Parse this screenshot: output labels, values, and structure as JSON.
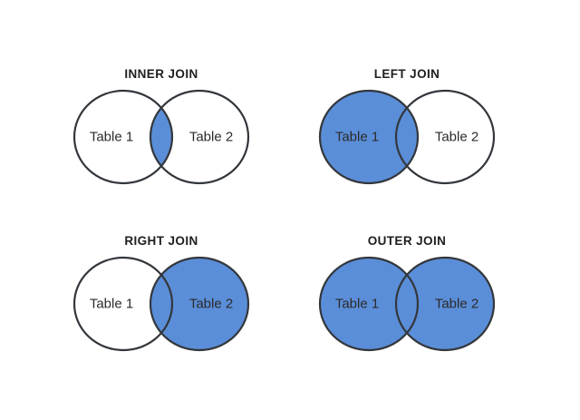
{
  "colors": {
    "background": "#ffffff",
    "accent_blue": "#5b8ed8",
    "outline": "#33373c",
    "title_text": "#1e1e1e",
    "label_text": "#2b2b2b"
  },
  "diagrams": [
    {
      "title": "INNER JOIN",
      "left_label": "Table 1",
      "right_label": "Table 2",
      "left_fill": "#ffffff",
      "right_fill": "#ffffff",
      "intersection_fill": "#5b8ed8"
    },
    {
      "title": "LEFT JOIN",
      "left_label": "Table 1",
      "right_label": "Table 2",
      "left_fill": "#5b8ed8",
      "right_fill": "#ffffff",
      "intersection_fill": "#5b8ed8"
    },
    {
      "title": "RIGHT JOIN",
      "left_label": "Table 1",
      "right_label": "Table 2",
      "left_fill": "#ffffff",
      "right_fill": "#5b8ed8",
      "intersection_fill": "#5b8ed8"
    },
    {
      "title": "OUTER JOIN",
      "left_label": "Table 1",
      "right_label": "Table 2",
      "left_fill": "#5b8ed8",
      "right_fill": "#5b8ed8",
      "intersection_fill": "#5b8ed8"
    }
  ]
}
